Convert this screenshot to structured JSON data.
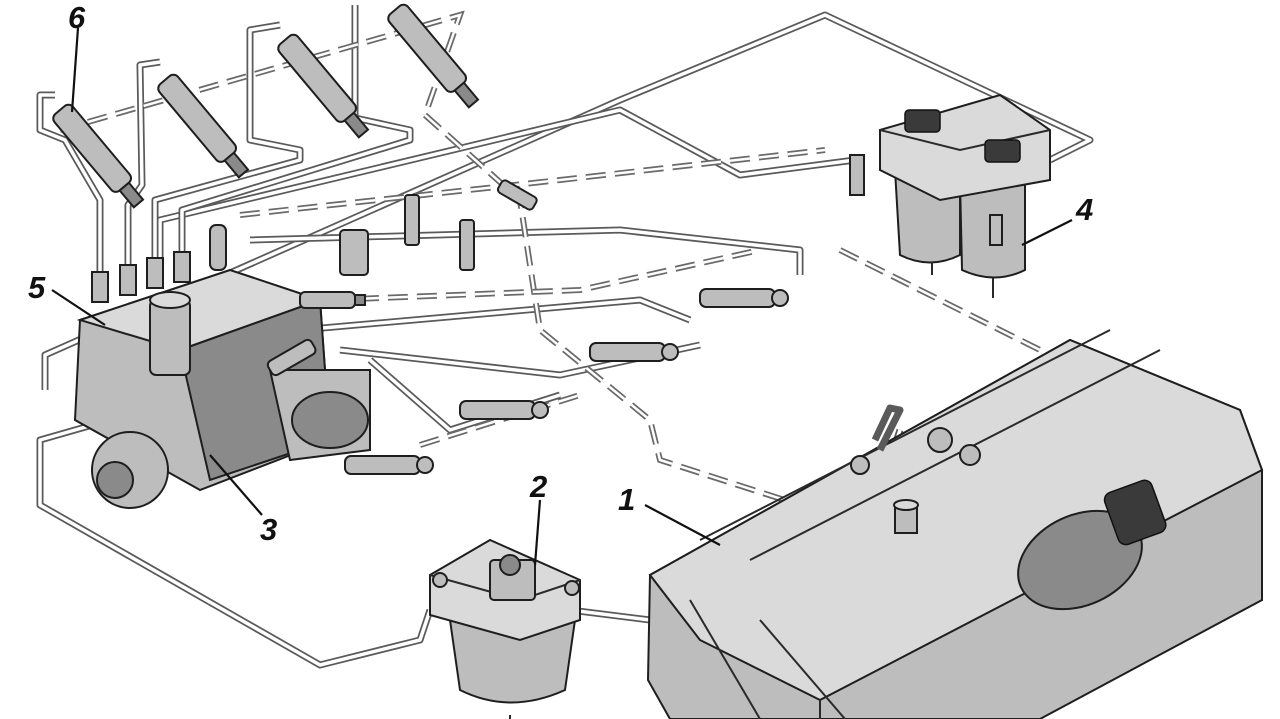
{
  "callouts": [
    {
      "id": "1",
      "label": "1"
    },
    {
      "id": "2",
      "label": "2"
    },
    {
      "id": "3",
      "label": "3"
    },
    {
      "id": "4",
      "label": "4"
    },
    {
      "id": "5",
      "label": "5"
    },
    {
      "id": "6",
      "label": "6"
    }
  ],
  "colors": {
    "background": "#ffffff",
    "line": "#5a5a5a",
    "metal": "#bdbdbd",
    "ink": "#111111"
  }
}
